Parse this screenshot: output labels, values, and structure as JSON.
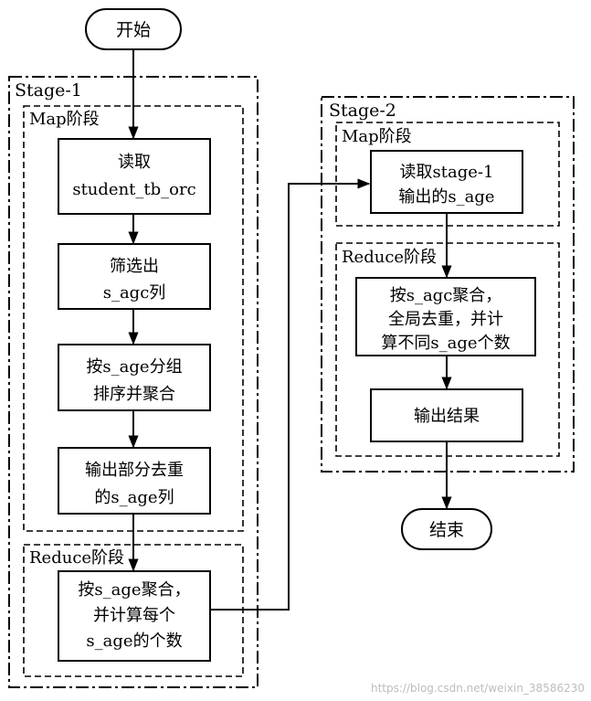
{
  "stages": {
    "stage1": {
      "label": "Stage-1",
      "map_label": "Map阶段",
      "reduce_label": "Reduce阶段"
    },
    "stage2": {
      "label": "Stage-2",
      "map_label": "Map阶段",
      "reduce_label": "Reduce阶段"
    }
  },
  "nodes": {
    "start": "开始",
    "read_table": [
      "读取",
      "student_tb_orc"
    ],
    "filter": [
      "筛选出",
      "s_agc列"
    ],
    "group_sort": [
      "按s_age分组",
      "排序并聚合"
    ],
    "partial_dedup": [
      "输出部分去重",
      "的s_age列"
    ],
    "reduce_count": [
      "按s_age聚合，",
      "并计算每个",
      "s_age的个数"
    ],
    "read_stage1": [
      "读取stage-1",
      "输出的s_age"
    ],
    "global_dedup": [
      "按s_agc聚合，",
      "全局去重，并计",
      "算不同s_age个数"
    ],
    "output": "输出结果",
    "end": "结束"
  },
  "watermark": "https://blog.csdn.net/weixin_38586230"
}
